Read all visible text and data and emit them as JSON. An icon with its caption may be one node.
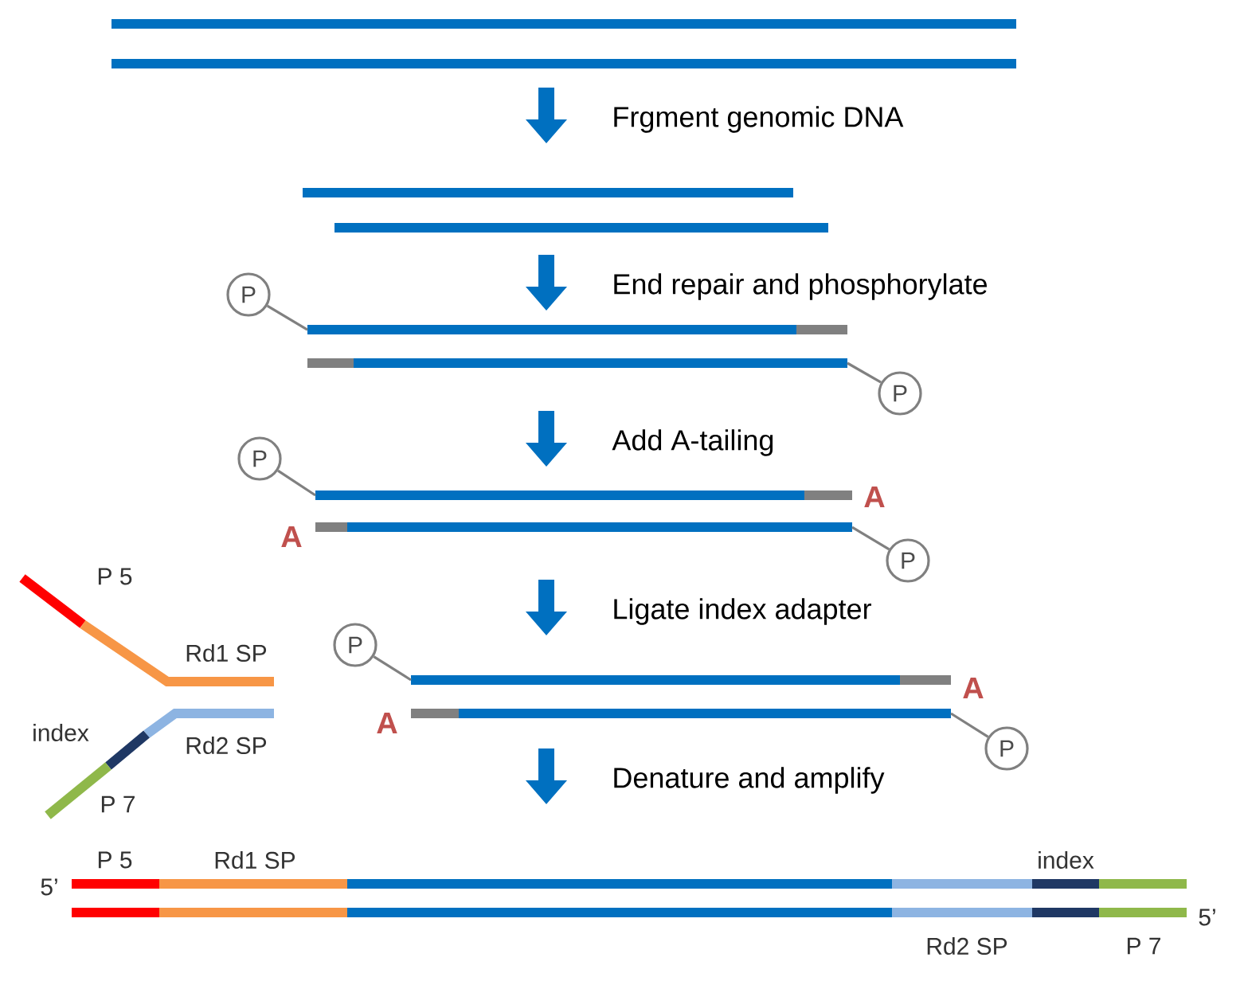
{
  "diagram": {
    "nodes": [
      {
        "text": [
          "P"
        ]
      },
      {
        "text": [
          "P"
        ]
      },
      {
        "text": [
          "P"
        ]
      },
      {
        "text": [
          "P"
        ]
      },
      {
        "text": [
          "P"
        ]
      },
      {
        "text": [
          "P"
        ]
      }
    ],
    "edges": [
      {
        "from": 0,
        "to": null,
        "arrow": "none"
      },
      {
        "from": 1,
        "to": null,
        "arrow": "none"
      },
      {
        "from": 2,
        "to": null,
        "arrow": "none"
      },
      {
        "from": 3,
        "to": null,
        "arrow": "none"
      },
      {
        "from": 4,
        "to": null,
        "arrow": "none"
      },
      {
        "from": 5,
        "to": null,
        "arrow": "none"
      }
    ],
    "labels": [
      "Frgment genomic DNA",
      "End repair and phosphorylate",
      "Add A-tailing",
      "A",
      "A",
      "P 5",
      "Ligate index adapter",
      "Rd1 SP",
      "A",
      "index",
      "Rd2 SP",
      "A",
      "P 7",
      "Denature and amplify",
      "5’",
      "P 5",
      "Rd1 SP",
      "index",
      "5’",
      "Rd2 SP",
      "P 7"
    ]
  }
}
